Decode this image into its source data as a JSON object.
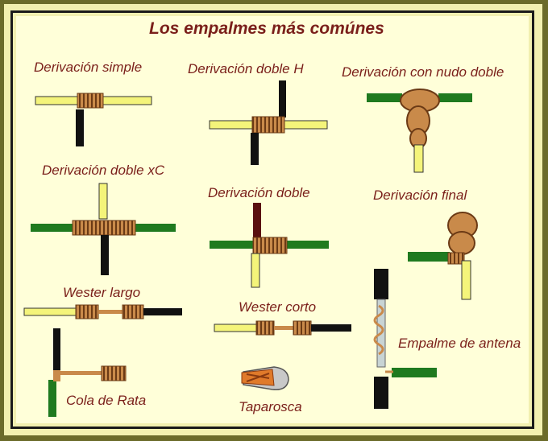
{
  "title": "Los empalmes más comúnes",
  "splices": [
    {
      "label": "Derivación simple"
    },
    {
      "label": "Derivación doble H"
    },
    {
      "label": "Derivación con nudo doble"
    },
    {
      "label": "Derivación doble xC"
    },
    {
      "label": "Derivación doble"
    },
    {
      "label": "Derivación final"
    },
    {
      "label": "Wester largo"
    },
    {
      "label": "Wester corto"
    },
    {
      "label": "Cola de Rata"
    },
    {
      "label": "Taparosca"
    },
    {
      "label": "Empalme de antena"
    }
  ],
  "colors": {
    "frame": "#6b6b2a",
    "background": "#ffffd9",
    "label": "#7a1f1a",
    "copper": "#c98a4a",
    "yellow_wire": "#f4f47a",
    "green_wire": "#1f7a1f",
    "black_wire": "#111111"
  }
}
